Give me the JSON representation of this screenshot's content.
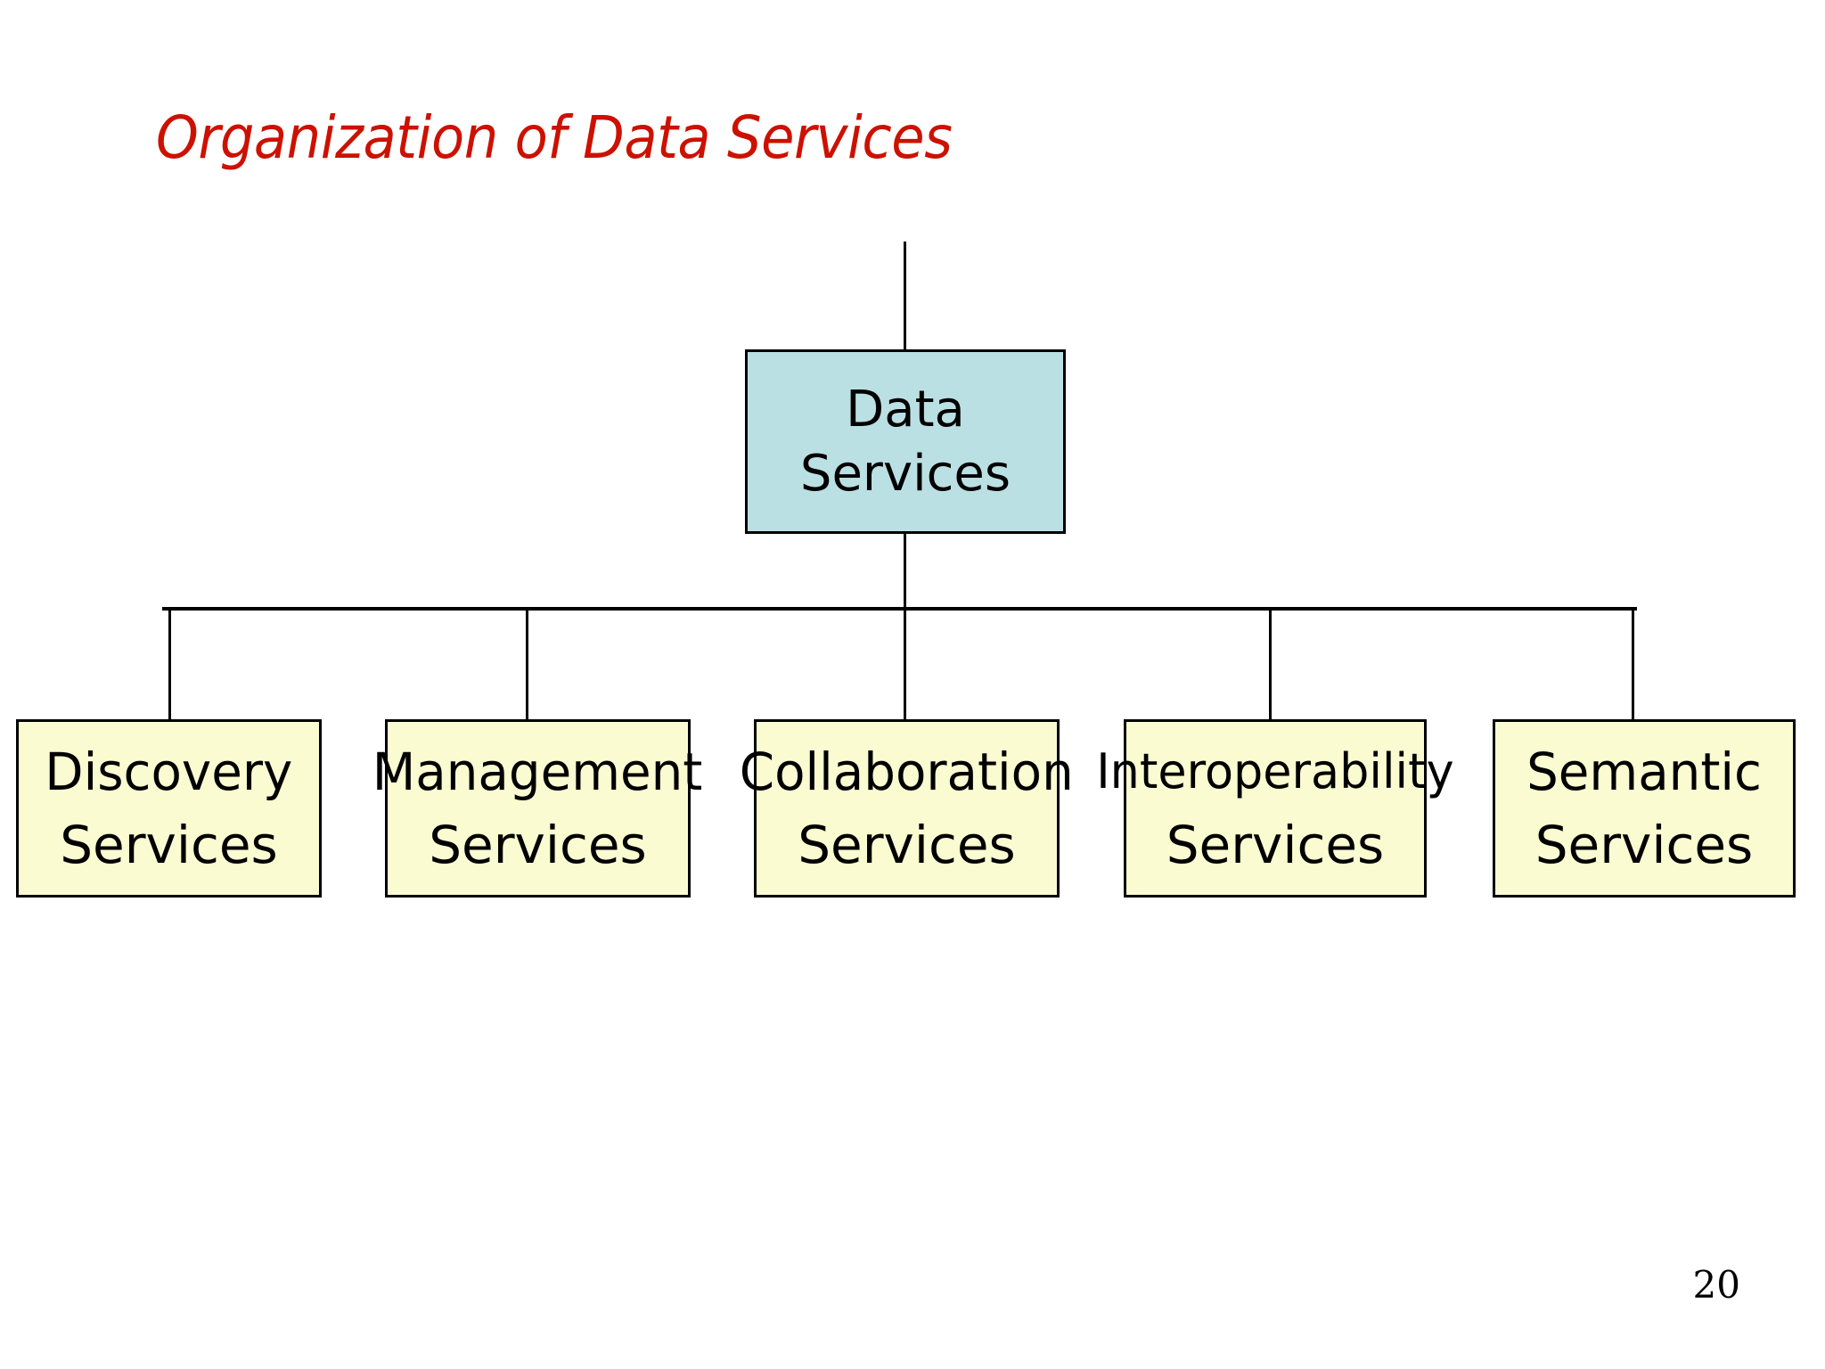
{
  "slide": {
    "title": "Organization of Data Services",
    "page_number": "20",
    "background_color": "#ffffff",
    "title_color": "#cc1100"
  },
  "diagram": {
    "type": "org-chart",
    "root": {
      "line1": "Data",
      "line2": "Services",
      "fill_color": "#bbe0e3",
      "border_color": "#000000"
    },
    "children": [
      {
        "line1": "Discovery",
        "line2": "Services",
        "fill_color": "#fbfbd2",
        "border_color": "#000000"
      },
      {
        "line1": "Management",
        "line2": "Services",
        "fill_color": "#fbfbd2",
        "border_color": "#000000"
      },
      {
        "line1": "Collaboration",
        "line2": "Services",
        "fill_color": "#fbfbd2",
        "border_color": "#000000"
      },
      {
        "line1": "Interoperability",
        "line2": "Services",
        "fill_color": "#fbfbd2",
        "border_color": "#000000"
      },
      {
        "line1": "Semantic",
        "line2": "Services",
        "fill_color": "#fbfbd2",
        "border_color": "#000000"
      }
    ],
    "connector_color": "#000000"
  }
}
